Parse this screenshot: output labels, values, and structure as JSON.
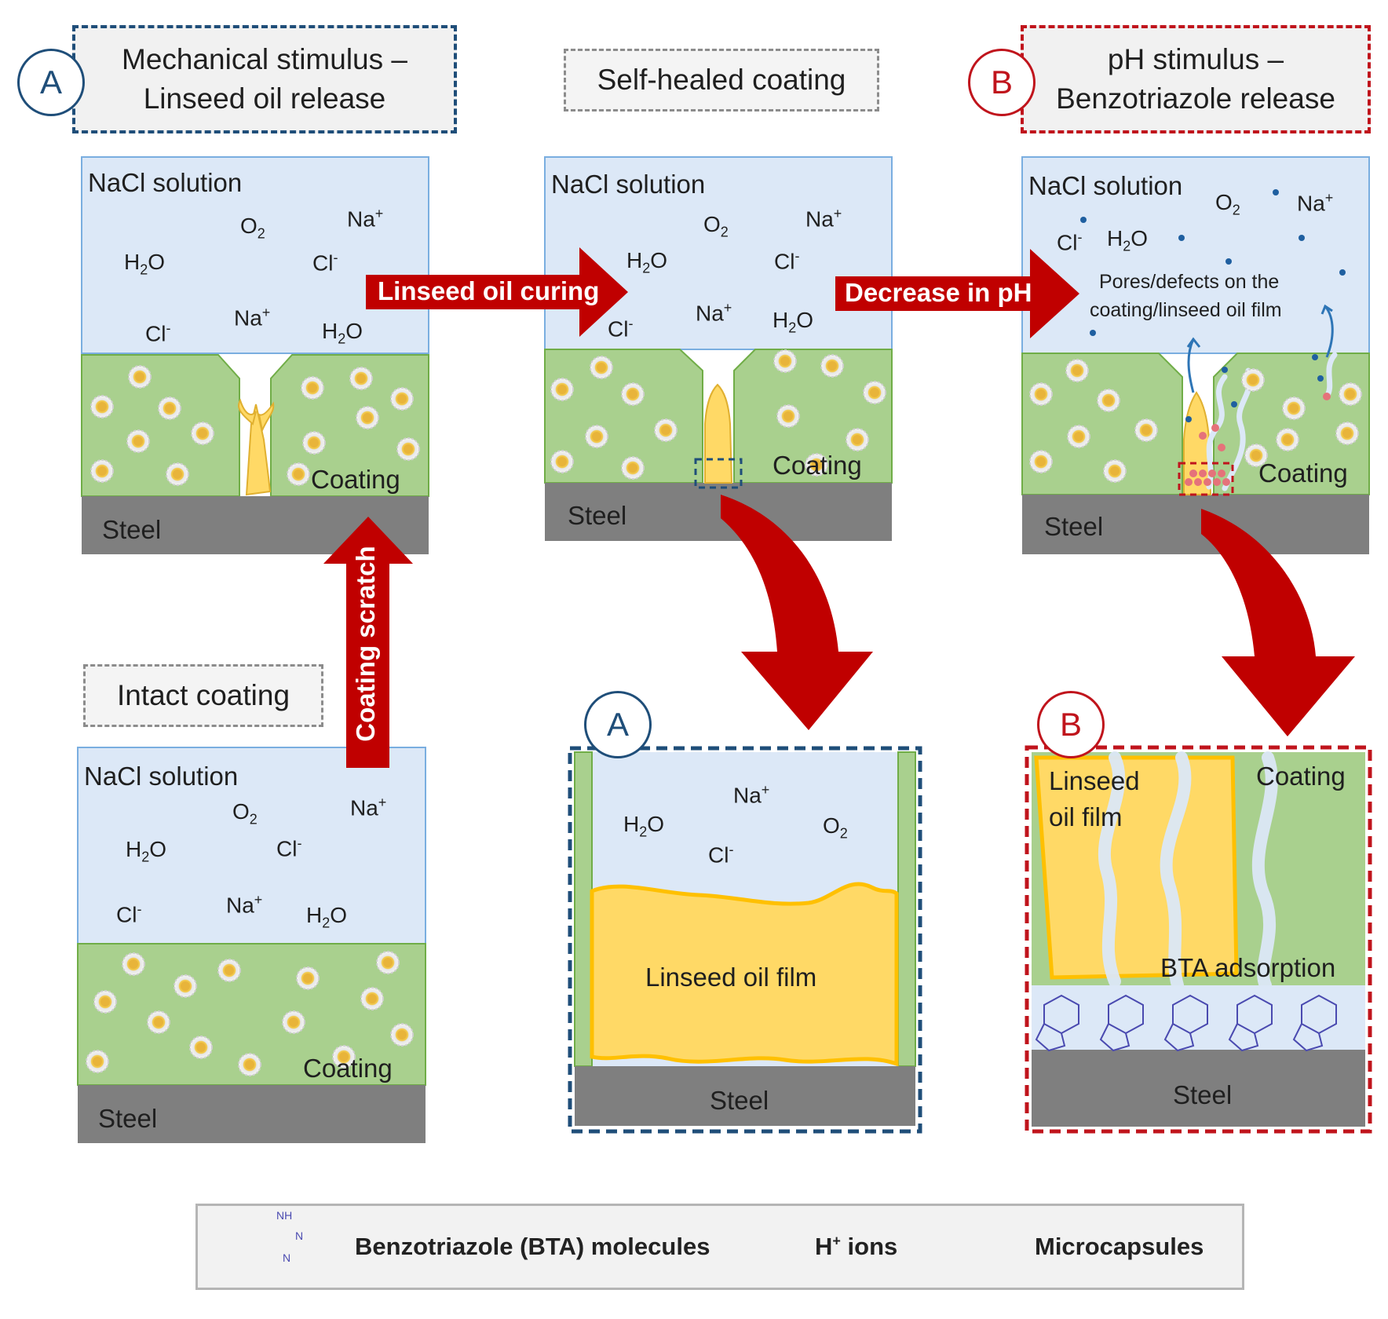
{
  "headers": {
    "a": {
      "line1": "Mechanical stimulus –",
      "line2": "Linseed oil release"
    },
    "healed": "Self-healed coating",
    "b": {
      "line1": "pH stimulus –",
      "line2": "Benzotriazole release"
    },
    "intact": "Intact coating"
  },
  "markers": {
    "a": "A",
    "b": "B"
  },
  "arrows": {
    "curing": "Linseed oil curing",
    "ph": "Decrease in pH",
    "scratch": "Coating scratch"
  },
  "labels": {
    "nacl": "NaCl solution",
    "coating": "Coating",
    "steel": "Steel",
    "pores_line1": "Pores/defects on the",
    "pores_line2": "coating/linseed oil film",
    "linseed_film": "Linseed oil film",
    "linseed_film_line1": "Linseed",
    "linseed_film_line2": "oil film",
    "bta_adsorption": "BTA adsorption"
  },
  "ions": {
    "h2o": {
      "base": "H",
      "sub": "2",
      "tail": "O"
    },
    "o2": {
      "base": "O",
      "sub": "2"
    },
    "na": {
      "base": "Na",
      "sup": "+"
    },
    "cl": {
      "base": "Cl",
      "sup": "-"
    }
  },
  "legend": {
    "bta": "Benzotriazole (BTA) molecules",
    "h_base": "H",
    "h_sup": "+",
    "h_tail": " ions",
    "microcapsules": "Microcapsules",
    "bta_atoms": {
      "nh": "NH",
      "n": "N"
    }
  },
  "colors": {
    "solution": "#dce8f7",
    "coating": "#a9d08e",
    "steel": "#7f7f7f",
    "linseed": "#ffd966",
    "linseed_edge": "#ffc000",
    "arrow": "#c00000",
    "blue_accent": "#1f4e79",
    "red_accent": "#c0141c"
  }
}
